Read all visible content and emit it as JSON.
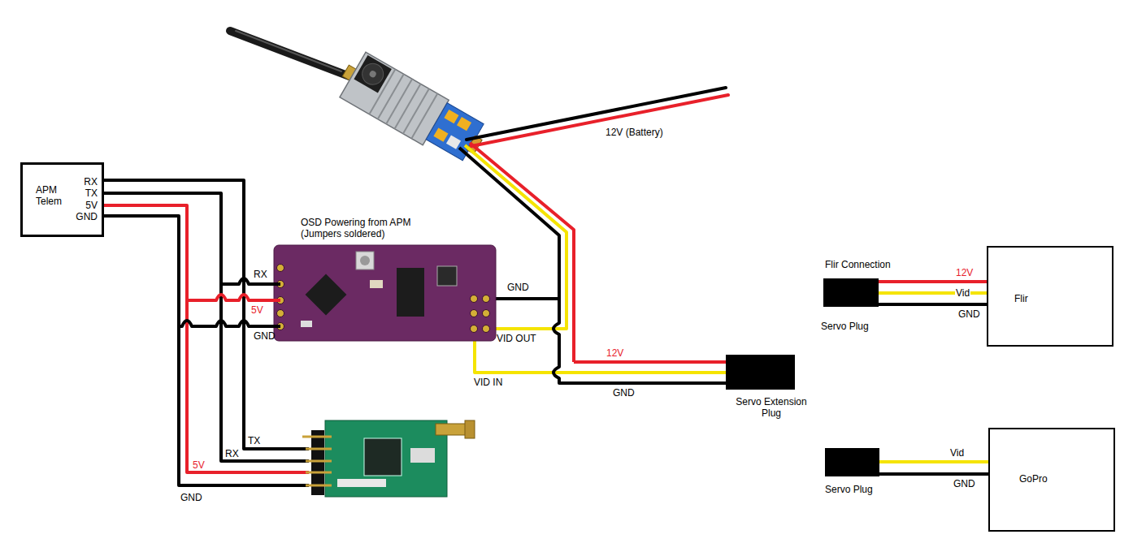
{
  "diagram": {
    "nodes": [
      {
        "text": [
          "APM Telem",
          "RX",
          "TX",
          "5V",
          "GND"
        ]
      },
      {
        "text": [
          "Servo Extension Plug"
        ]
      },
      {
        "text": [
          "Servo Plug"
        ]
      },
      {
        "text": [
          "Flir"
        ]
      },
      {
        "text": [
          "Servo Plug"
        ]
      },
      {
        "text": [
          "GoPro"
        ]
      }
    ],
    "edges": [
      {
        "from": 2,
        "to": 3,
        "arrow": "none",
        "label": "12V"
      },
      {
        "from": 2,
        "to": 3,
        "arrow": "none",
        "label": "Vid"
      },
      {
        "from": 2,
        "to": 3,
        "arrow": "none",
        "label": "GND"
      },
      {
        "from": 4,
        "to": 5,
        "arrow": "none",
        "label": "Vid"
      },
      {
        "from": 4,
        "to": 5,
        "arrow": "none",
        "label": "GND"
      }
    ],
    "labels": [
      "12V (Battery)",
      "OSD Powering from APM (Jumpers soldered)",
      "RX",
      "5V",
      "GND",
      "GND",
      "VID OUT",
      "VID IN",
      "12V",
      "GND",
      "TX",
      "RX",
      "5V",
      "GND",
      "Flir Connection"
    ]
  }
}
